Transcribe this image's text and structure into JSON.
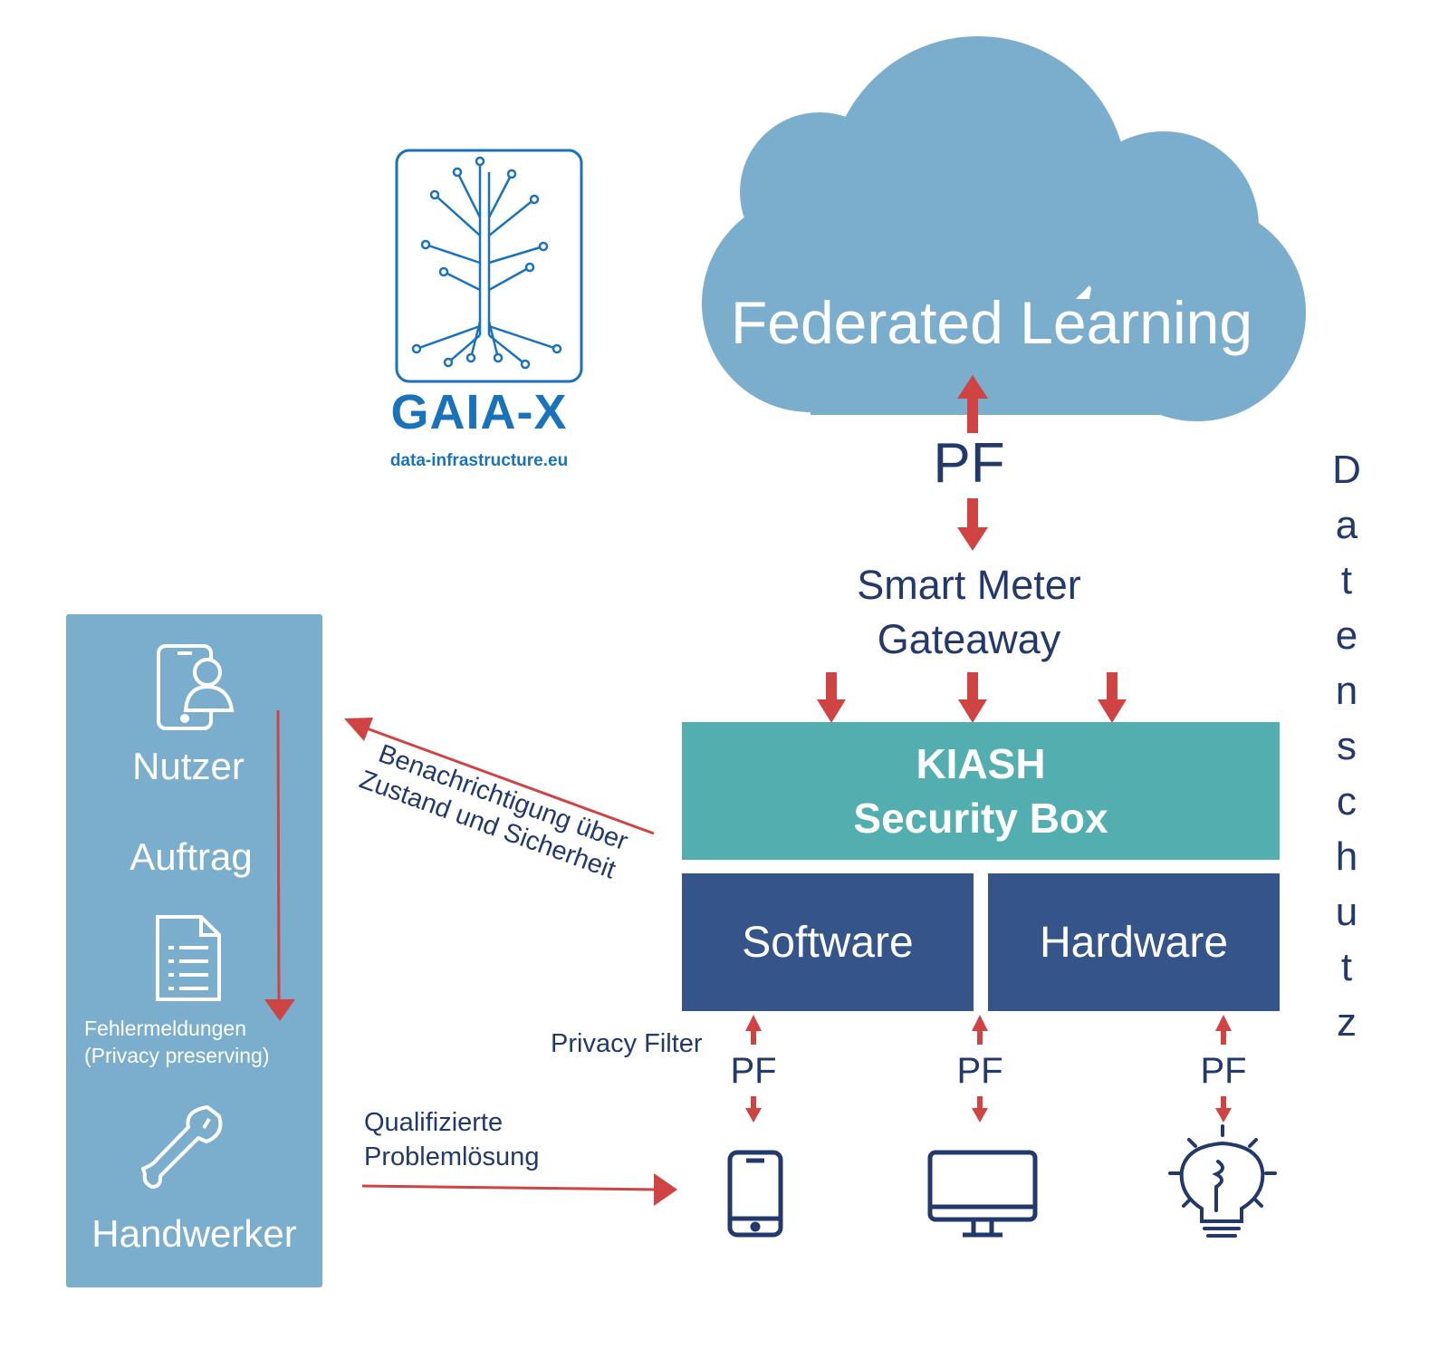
{
  "cloud": {
    "title": "Federated Learning"
  },
  "logo": {
    "title": "GAIA-X",
    "subtitle": "data-infrastructure.eu"
  },
  "gateway": {
    "pf_label": "PF",
    "title_line1": "Smart Meter",
    "title_line2": "Gateaway"
  },
  "kiash": {
    "line1": "KIASH",
    "line2": "Security Box"
  },
  "components": {
    "software": "Software",
    "hardware": "Hardware"
  },
  "filters": {
    "caption": "Privacy Filter",
    "pf_phone": "PF",
    "pf_monitor": "PF",
    "pf_bulb": "PF"
  },
  "solution": {
    "line1": "Qualifizierte",
    "line2": "Problemlösung"
  },
  "notification": {
    "line1": "Benachrichtigung über",
    "line2": "Zustand und Sicherheit"
  },
  "side_label": {
    "letters": [
      "D",
      "a",
      "t",
      "e",
      "n",
      "s",
      "c",
      "h",
      "u",
      "t",
      "z"
    ]
  },
  "left_panel": {
    "nutzer": "Nutzer",
    "auftrag": "Auftrag",
    "fehler_line1": "Fehlermeldungen",
    "fehler_line2": "(Privacy preserving)",
    "handwerker": "Handwerker"
  },
  "colors": {
    "cloud": "#7baecd",
    "arrow": "#d04343",
    "navy": "#23386b",
    "teal": "#53aeb0",
    "box_blue": "#35548a",
    "gaia_blue": "#1a72bb"
  },
  "icons": [
    "user-tablet-icon",
    "document-icon",
    "wrench-icon",
    "smartphone-icon",
    "monitor-icon",
    "light-bulb-icon",
    "circuit-tree-icon"
  ]
}
